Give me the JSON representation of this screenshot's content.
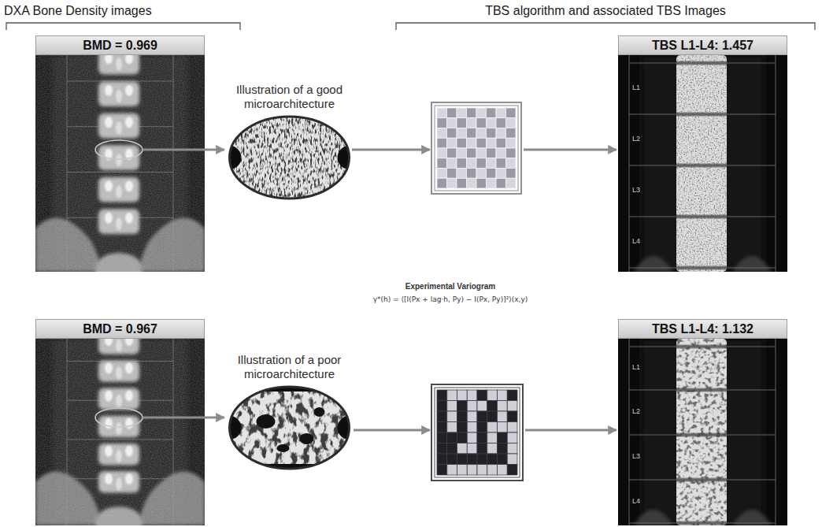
{
  "diagram": {
    "nodes": [
      {
        "text": [
          "BMD = 0.969"
        ]
      },
      {
        "text": [
          "Illustration of a good microarchitecture"
        ]
      },
      {
        "text": [
          "TBS L1-L4: 1.457"
        ]
      },
      {
        "text": [
          "BMD = 0.967"
        ]
      },
      {
        "text": [
          "Illustration of a poor microarchitecture"
        ]
      },
      {
        "text": [
          "TBS L1-L4: 1.132"
        ]
      }
    ],
    "edges": [
      {
        "from": 0,
        "to": 1,
        "arrow": "to"
      },
      {
        "from": 3,
        "to": 4,
        "arrow": "to"
      }
    ],
    "labels": [
      "DXA Bone Density images",
      "TBS algorithm and associated TBS Images",
      "Experimental Variogram",
      "γ*(h) = ⟨[I(Px + lag·h, Py) − I(Px, Py)]²⟩(x,y)",
      "L1",
      "L2",
      "L3",
      "L4",
      "L1",
      "L2",
      "L3",
      "L4"
    ]
  }
}
